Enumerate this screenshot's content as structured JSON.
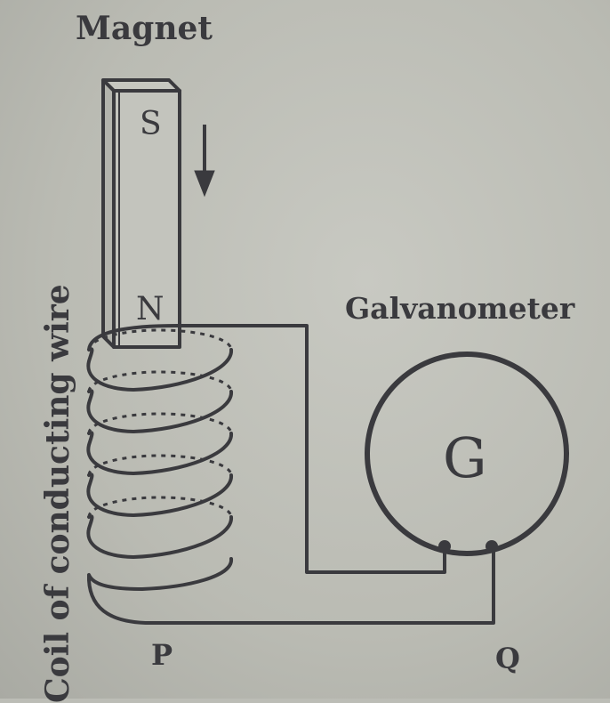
{
  "labels": {
    "magnet": "Magnet",
    "south_pole": "S",
    "north_pole": "N",
    "galvanometer": "Galvanometer",
    "galvanometer_symbol": "G",
    "coil": "Coil of conducting wire",
    "terminal_p": "P",
    "terminal_q": "Q"
  },
  "colors": {
    "background": "#bcbdb6",
    "ink": "#3a3a3e"
  },
  "arrow": {
    "direction": "down"
  },
  "coil": {
    "turns": 6
  }
}
